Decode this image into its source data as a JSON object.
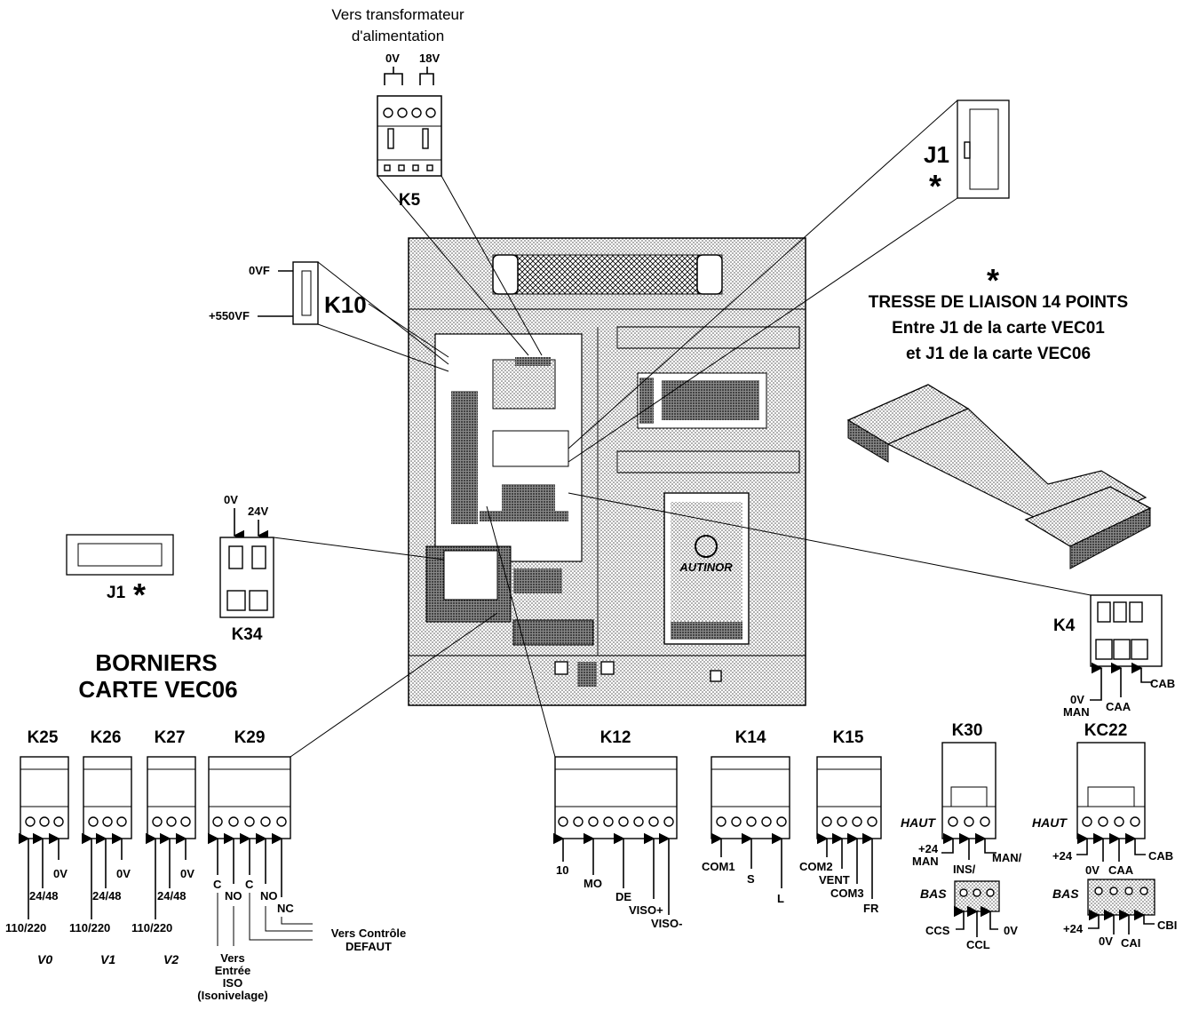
{
  "header": {
    "transformer_line1": "Vers transformateur",
    "transformer_line2": "d'alimentation",
    "k5_0v": "0V",
    "k5_18v": "18V",
    "k5": "K5"
  },
  "j1_top": {
    "label": "J1",
    "star": "*"
  },
  "k10": {
    "label": "K10",
    "top": "0VF",
    "bottom": "+550VF"
  },
  "tresse": {
    "star": "*",
    "line1": "TRESSE DE LIAISON 14 POINTS",
    "line2": "Entre J1 de la carte VEC01",
    "line3": "et J1 de la carte VEC06"
  },
  "k34": {
    "label": "K34",
    "v0": "0V",
    "v24": "24V"
  },
  "j1_left": {
    "label": "J1",
    "star": "*"
  },
  "borniers": {
    "line1": "BORNIERS",
    "line2": "CARTE VEC06"
  },
  "k4": {
    "label": "K4",
    "p1": "0V",
    "p1b": "MAN",
    "p2": "CAA",
    "p3": "CAB"
  },
  "vfc": {
    "title": "AUTINOR"
  },
  "k25": {
    "label": "K25",
    "a": "110/220",
    "b": "24/48",
    "c": "0V",
    "group": "V0"
  },
  "k26": {
    "label": "K26",
    "a": "110/220",
    "b": "24/48",
    "c": "0V",
    "group": "V1"
  },
  "k27": {
    "label": "K27",
    "a": "110/220",
    "b": "24/48",
    "c": "0V",
    "group": "V2"
  },
  "k29": {
    "label": "K29",
    "c1": "C",
    "no1": "NO",
    "c2": "C",
    "no2": "NO",
    "nc": "NC",
    "iso1": "Vers",
    "iso2": "Entrée",
    "iso3": "ISO",
    "iso4": "(Isonivelage)",
    "def1": "Vers Contrôle",
    "def2": "DEFAUT"
  },
  "k12": {
    "label": "K12",
    "p1": "10",
    "p2": "MO",
    "p3": "DE",
    "p4": "VISO+",
    "p5": "VISO-"
  },
  "k14": {
    "label": "K14",
    "p1": "COM1",
    "p2": "S",
    "p3": "L"
  },
  "k15": {
    "label": "K15",
    "p1": "COM2",
    "p2": "VENT",
    "p3": "COM3",
    "p4": "FR"
  },
  "k30": {
    "label": "K30",
    "haut": "HAUT",
    "bas": "BAS",
    "p1": "+24",
    "p1b": "MAN",
    "p2": "INS/",
    "p3": "MAN/",
    "b1": "CCS",
    "b2": "CCL",
    "b3": "0V"
  },
  "kc22": {
    "label": "KC22",
    "haut": "HAUT",
    "bas": "BAS",
    "p1": "+24",
    "p2": "0V",
    "p3": "CAA",
    "p4": "CAB",
    "b1": "+24",
    "b2": "0V",
    "b3": "CAI",
    "b4": "CBI"
  }
}
